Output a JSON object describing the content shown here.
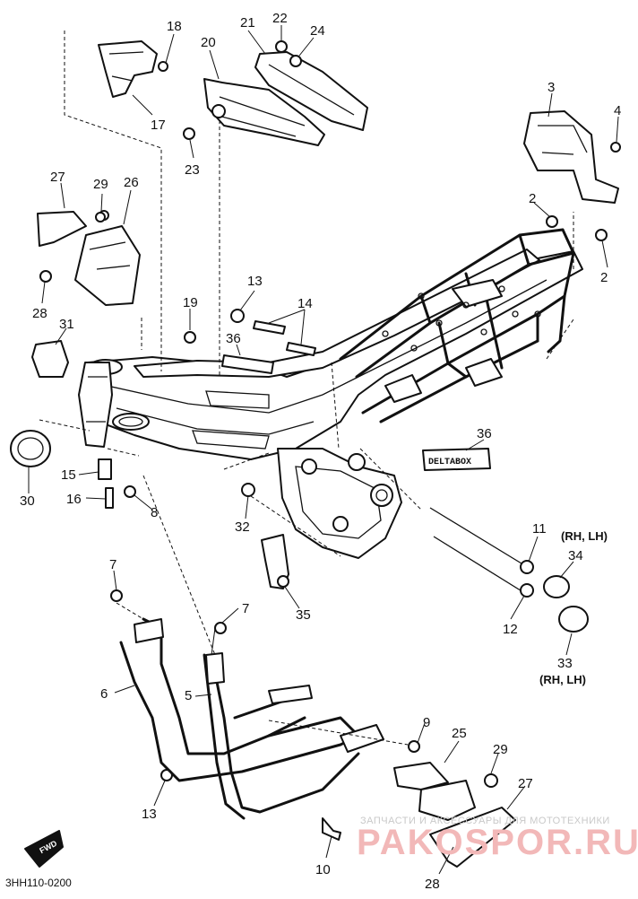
{
  "diagram": {
    "code": "3HH110-0200",
    "fwd_label": "FWD",
    "decal_text": "DELTABOX",
    "notes": {
      "top": "(RH, LH)",
      "bottom": "(RH, LH)"
    },
    "callouts": [
      {
        "id": "c18",
        "text": "18"
      },
      {
        "id": "c17",
        "text": "17"
      },
      {
        "id": "c21",
        "text": "21"
      },
      {
        "id": "c22",
        "text": "22"
      },
      {
        "id": "c24",
        "text": "24"
      },
      {
        "id": "c20",
        "text": "20"
      },
      {
        "id": "c23",
        "text": "23"
      },
      {
        "id": "c3",
        "text": "3"
      },
      {
        "id": "c4",
        "text": "4"
      },
      {
        "id": "c27a",
        "text": "27"
      },
      {
        "id": "c29a",
        "text": "29"
      },
      {
        "id": "c26",
        "text": "26"
      },
      {
        "id": "c2a",
        "text": "2"
      },
      {
        "id": "c2b",
        "text": "2"
      },
      {
        "id": "c28a",
        "text": "28"
      },
      {
        "id": "c13a",
        "text": "13"
      },
      {
        "id": "c14",
        "text": "14"
      },
      {
        "id": "c19",
        "text": "19"
      },
      {
        "id": "c31",
        "text": "31"
      },
      {
        "id": "c36a",
        "text": "36"
      },
      {
        "id": "c36b",
        "text": "36"
      },
      {
        "id": "c15",
        "text": "15"
      },
      {
        "id": "c16",
        "text": "16"
      },
      {
        "id": "c30",
        "text": "30"
      },
      {
        "id": "c8",
        "text": "8"
      },
      {
        "id": "c32",
        "text": "32"
      },
      {
        "id": "c11",
        "text": "11"
      },
      {
        "id": "c34",
        "text": "34"
      },
      {
        "id": "c12",
        "text": "12"
      },
      {
        "id": "c33",
        "text": "33"
      },
      {
        "id": "c35",
        "text": "35"
      },
      {
        "id": "c7a",
        "text": "7"
      },
      {
        "id": "c7b",
        "text": "7"
      },
      {
        "id": "c6",
        "text": "6"
      },
      {
        "id": "c5",
        "text": "5"
      },
      {
        "id": "c9",
        "text": "9"
      },
      {
        "id": "c25",
        "text": "25"
      },
      {
        "id": "c29b",
        "text": "29"
      },
      {
        "id": "c27b",
        "text": "27"
      },
      {
        "id": "c13b",
        "text": "13"
      },
      {
        "id": "c10",
        "text": "10"
      },
      {
        "id": "c28b",
        "text": "28"
      }
    ]
  },
  "watermark": {
    "tagline": "ЗАПЧАСТИ И АКСЕССУАРЫ ДЛЯ МОТОТЕХНИКИ",
    "brand": "PAKOSPOR.RU"
  }
}
